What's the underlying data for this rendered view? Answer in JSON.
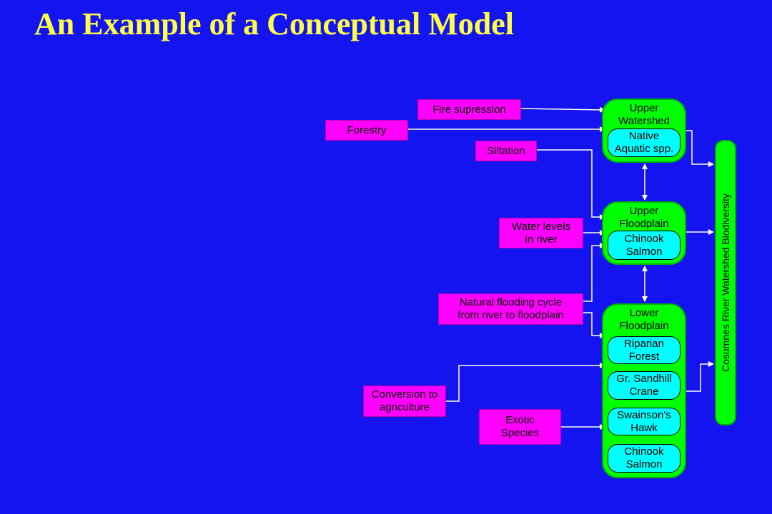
{
  "title": "An Example of a Conceptual Model",
  "drivers": {
    "fire": "Fire supression",
    "forestry": "Forestry",
    "siltation": "Siltation",
    "water": "Water levels\nin river",
    "flooding": "Natural flooding cycle\nfrom river to floodplain",
    "conversion": "Conversion to\nagriculture",
    "exotic": "Exotic\nSpecies"
  },
  "zones": {
    "upper_watershed": "Upper\nWatershed",
    "upper_floodplain": "Upper\nFloodplain",
    "lower_floodplain": "Lower\nFloodplain"
  },
  "species": {
    "native": "Native\nAquatic spp.",
    "chinook_upper": "Chinook\nSalmon",
    "riparian": "Riparian\nForest",
    "sandhill": "Gr. Sandhill\nCrane",
    "swainson": "Swainson's\nHawk",
    "chinook_lower": "Chinook\nSalmon"
  },
  "outcome": "Cosumnes River Watershed Biodiversity",
  "colors": {
    "background": "#1414f0",
    "title": "#ffff44",
    "driver": "#ff00ff",
    "zone": "#00ff00",
    "species": "#00ffff"
  }
}
